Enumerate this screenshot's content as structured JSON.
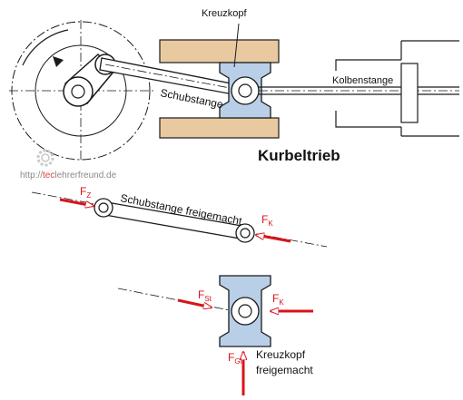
{
  "title": "Kurbeltrieb",
  "labels": {
    "crosshead": "Kreuzkopf",
    "connecting_rod": "Schubstange",
    "piston_rod": "Kolbenstange",
    "rod_free_body": "Schubstange freigemacht",
    "crosshead_free_body_line1": "Kreuzkopf",
    "crosshead_free_body_line2": "freigemacht"
  },
  "forces": {
    "fz": {
      "main": "F",
      "sub": "Z"
    },
    "fk1": {
      "main": "F",
      "sub": "K"
    },
    "fst": {
      "main": "F",
      "sub": "St"
    },
    "fk2": {
      "main": "F",
      "sub": "K"
    },
    "fgl": {
      "main": "F",
      "sub": "Gl"
    }
  },
  "watermark": {
    "prefix": "http://",
    "brand": "tec",
    "rest": "lehrerfreund.de"
  },
  "colors": {
    "force_red": "#d8141b",
    "crosshead_blue": "#b9cfe8",
    "guide_tan": "#e9c9a0",
    "line": "#1a1a1a"
  }
}
